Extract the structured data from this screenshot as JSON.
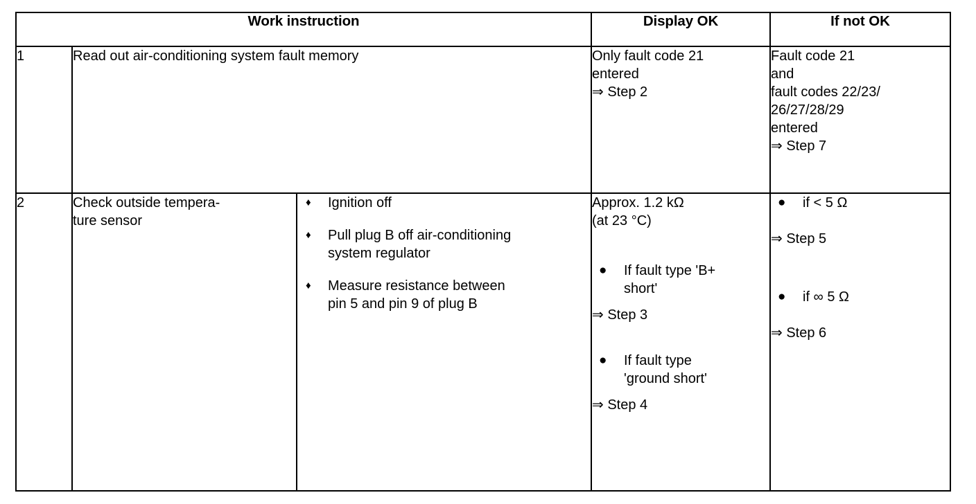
{
  "document": {
    "kind": "diagnostic-work-instruction-table"
  },
  "table": {
    "headers": {
      "work_instruction": "Work instruction",
      "display_ok": "Display OK",
      "if_not_ok": "If not OK"
    },
    "rows": [
      {
        "step_number": "1",
        "instruction": "Read out air-conditioning system fault memory",
        "sub_items": [],
        "display_ok": {
          "lines": [
            "Only fault code 21",
            "entered"
          ],
          "result_step": "⇒ Step 2"
        },
        "if_not_ok": {
          "lines": [
            "Fault code 21",
            "and",
            "fault codes 22/23/",
            "26/27/28/29",
            "entered"
          ],
          "result_step": "⇒ Step 7"
        }
      },
      {
        "step_number": "2",
        "instruction": "Check outside tempera-\nture sensor",
        "sub_items": [
          {
            "bullet": "diamond-bullet",
            "text": "Ignition off"
          },
          {
            "bullet": "diamond-bullet",
            "text": "Pull plug B off air-conditioning\nsystem regulator"
          },
          {
            "bullet": "diamond-bullet",
            "text": "Measure resistance between\npin 5 and pin 9 of plug B"
          }
        ],
        "display_ok": {
          "lines": [
            "Approx. 1.2 kΩ",
            "(at 23 °C)"
          ],
          "conditions": [
            {
              "bullet": "round-bullet",
              "text": "If fault type 'B+\nshort'",
              "result_step": "⇒ Step 3"
            },
            {
              "bullet": "round-bullet",
              "text": "If fault type\n'ground short'",
              "result_step": "⇒ Step 4"
            }
          ]
        },
        "if_not_ok": {
          "conditions": [
            {
              "bullet": "round-bullet",
              "text": "if < 5 Ω",
              "result_step": "⇒ Step 5"
            },
            {
              "bullet": "round-bullet",
              "text": "if ∞ 5 Ω",
              "result_step": "⇒ Step 6"
            }
          ]
        }
      }
    ]
  },
  "glyphs": {
    "diamond_bullet": "♦",
    "round_bullet": "●"
  },
  "colors": {
    "ink": "#000000",
    "paper": "#ffffff"
  }
}
